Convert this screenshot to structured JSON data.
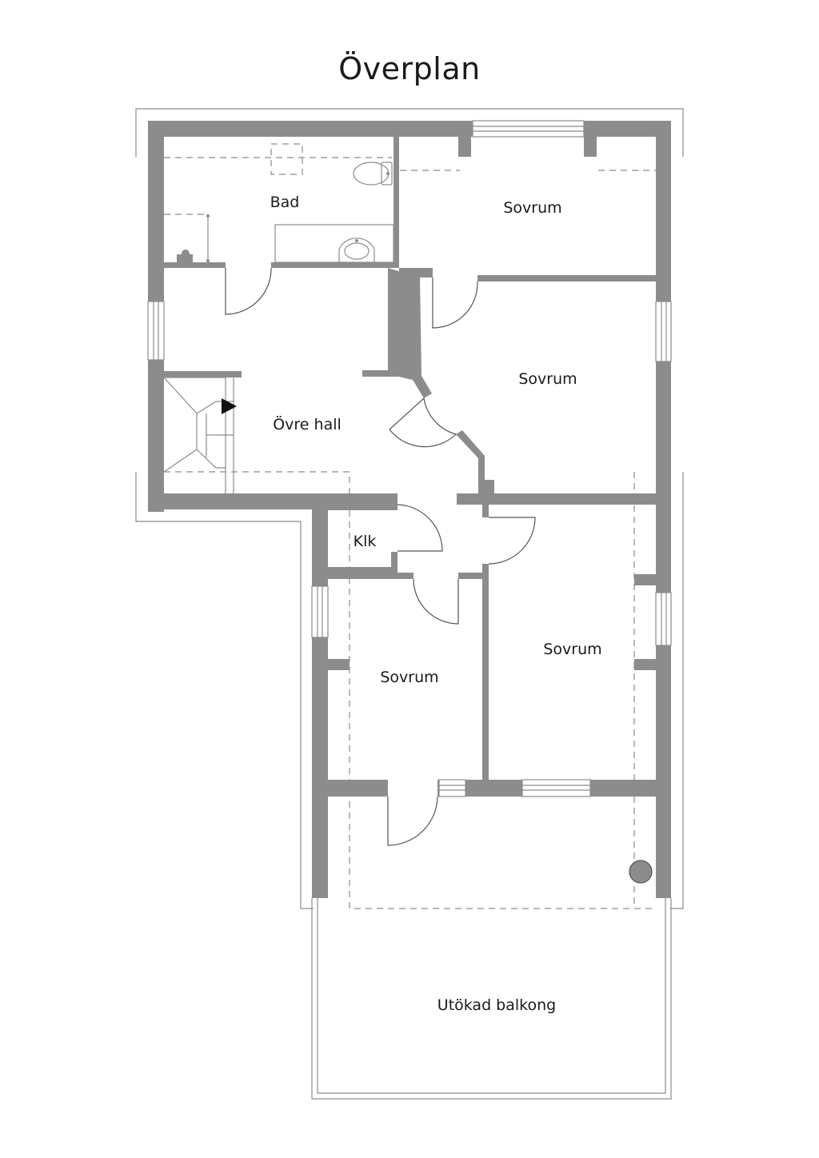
{
  "title": "Överplan",
  "rooms": {
    "bad": "Bad",
    "sovrum_top": "Sovrum",
    "sovrum_right": "Sovrum",
    "ovre_hall": "Övre hall",
    "klk": "Klk",
    "sovrum_lower_left": "Sovrum",
    "sovrum_lower_right": "Sovrum",
    "balkong": "Utökad balkong"
  },
  "colors": {
    "wall": "#8c8c8c",
    "text": "#1a1a1a",
    "background": "#ffffff"
  },
  "icons": [
    "toilet-icon",
    "sink-icon",
    "shower-icon",
    "stair-arrow-icon",
    "drain-pipe-icon"
  ]
}
